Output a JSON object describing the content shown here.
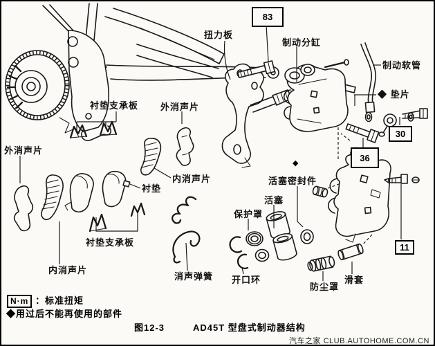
{
  "figure": {
    "number": "图12-3",
    "title": "AD45T 型盘式制动器结构",
    "watermark": "汽车之家  CLUB.AUTOHOME.COM.CN"
  },
  "legend": {
    "unit": "N·m",
    "torque_note": "：标准扭矩",
    "nonreusable_note": "◆用过后不能再使用的部件"
  },
  "callouts": {
    "b83": "83",
    "b30": "30",
    "b36": "36",
    "b11": "11"
  },
  "markers": {
    "diamond": "◆"
  },
  "parts": {
    "pad_support_plate_top": "衬垫支承板",
    "outer_shim_top": "外消声片",
    "outer_shim_left": "外消声片",
    "inner_shim_right": "内消声片",
    "pad": "衬垫",
    "inner_shim_bottom": "内消声片",
    "pad_support_plate_bottom": "衬垫支承板",
    "anti_squeal_spring": "消声弹簧",
    "torque_plate": "扭力板",
    "brake_cylinder": "制动分缸",
    "brake_hose": "制动软管",
    "gasket": "◆ 垫片",
    "piston_seal": "活塞密封件",
    "piston": "活塞",
    "boot": "保护罩",
    "snap_ring": "开口环",
    "dust_cover": "防尘罩",
    "sliding_sleeve": "滑套"
  },
  "colors": {
    "ink": "#1a1a1a",
    "paper": "#fbfaf6"
  }
}
